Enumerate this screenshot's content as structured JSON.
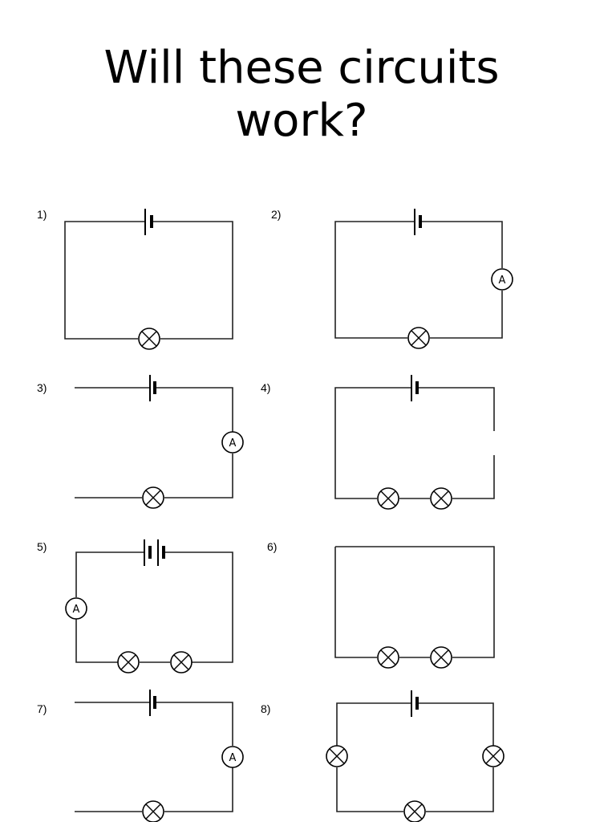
{
  "title": {
    "line1": "Will these circuits",
    "line2": "work?"
  },
  "circuits": [
    {
      "label": "1)",
      "components": [
        "cell",
        "lamp"
      ]
    },
    {
      "label": "2)",
      "components": [
        "cell",
        "ammeter",
        "lamp"
      ]
    },
    {
      "label": "3)",
      "components": [
        "cell",
        "ammeter",
        "lamp"
      ],
      "gap": "left side open"
    },
    {
      "label": "4)",
      "components": [
        "cell",
        "lamp",
        "lamp"
      ],
      "gap": "right side open"
    },
    {
      "label": "5)",
      "components": [
        "battery",
        "ammeter",
        "lamp",
        "lamp"
      ]
    },
    {
      "label": "6)",
      "components": [
        "lamp",
        "lamp"
      ],
      "note": "no cell"
    },
    {
      "label": "7)",
      "components": [
        "cell",
        "ammeter",
        "lamp"
      ],
      "gap": "left side open"
    },
    {
      "label": "8)",
      "components": [
        "cell",
        "lamp",
        "lamp",
        "lamp"
      ]
    }
  ],
  "ammeter_symbol": "A"
}
